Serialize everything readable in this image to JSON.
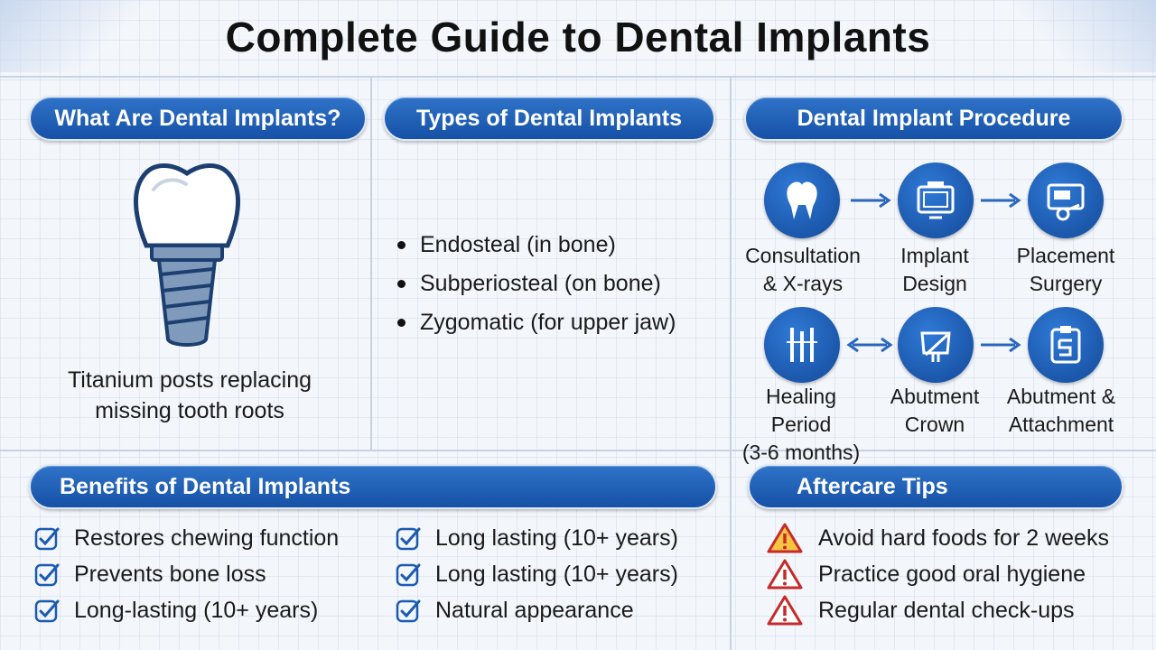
{
  "title": "Complete Guide to Dental Implants",
  "colors": {
    "accent": "#1a5bb0",
    "warning": "#c62a2a",
    "warning_fill": "#f5c542",
    "check": "#1a5bb0"
  },
  "what": {
    "heading": "What Are Dental Implants?",
    "icon": "tooth-implant-icon",
    "caption_line1": "Titanium posts replacing",
    "caption_line2": "missing tooth roots"
  },
  "types": {
    "heading": "Types of Dental Implants",
    "items": [
      "Endosteal (in bone)",
      "Subperiosteal (on bone)",
      "Zygomatic (for upper jaw)"
    ]
  },
  "procedure": {
    "heading": "Dental Implant Procedure",
    "steps": [
      {
        "icon": "tooth-icon",
        "line1": "Consultation",
        "line2": "& X-rays"
      },
      {
        "icon": "scan-monitor-icon",
        "line1": "Implant",
        "line2": "Design"
      },
      {
        "icon": "surgery-icon",
        "line1": "Placement",
        "line2": "Surgery"
      },
      {
        "icon": "healing-icon",
        "line1": "Healing Period",
        "line2": "(3-6 months)"
      },
      {
        "icon": "abutment-icon",
        "line1": "Abutment",
        "line2": "Crown"
      },
      {
        "icon": "attachment-icon",
        "line1": "Abutment &",
        "line2": "Attachment"
      }
    ]
  },
  "benefits": {
    "heading": "Benefits of Dental Implants",
    "col1": [
      "Restores chewing function",
      "Prevents bone loss",
      "Long-lasting (10+ years)"
    ],
    "col2": [
      "Long lasting (10+ years)",
      "Long lasting (10+ years)",
      "Natural appearance"
    ]
  },
  "aftercare": {
    "heading": "Aftercare Tips",
    "items": [
      "Avoid hard foods for 2 weeks",
      "Practice good oral hygiene",
      "Regular dental check-ups"
    ]
  }
}
